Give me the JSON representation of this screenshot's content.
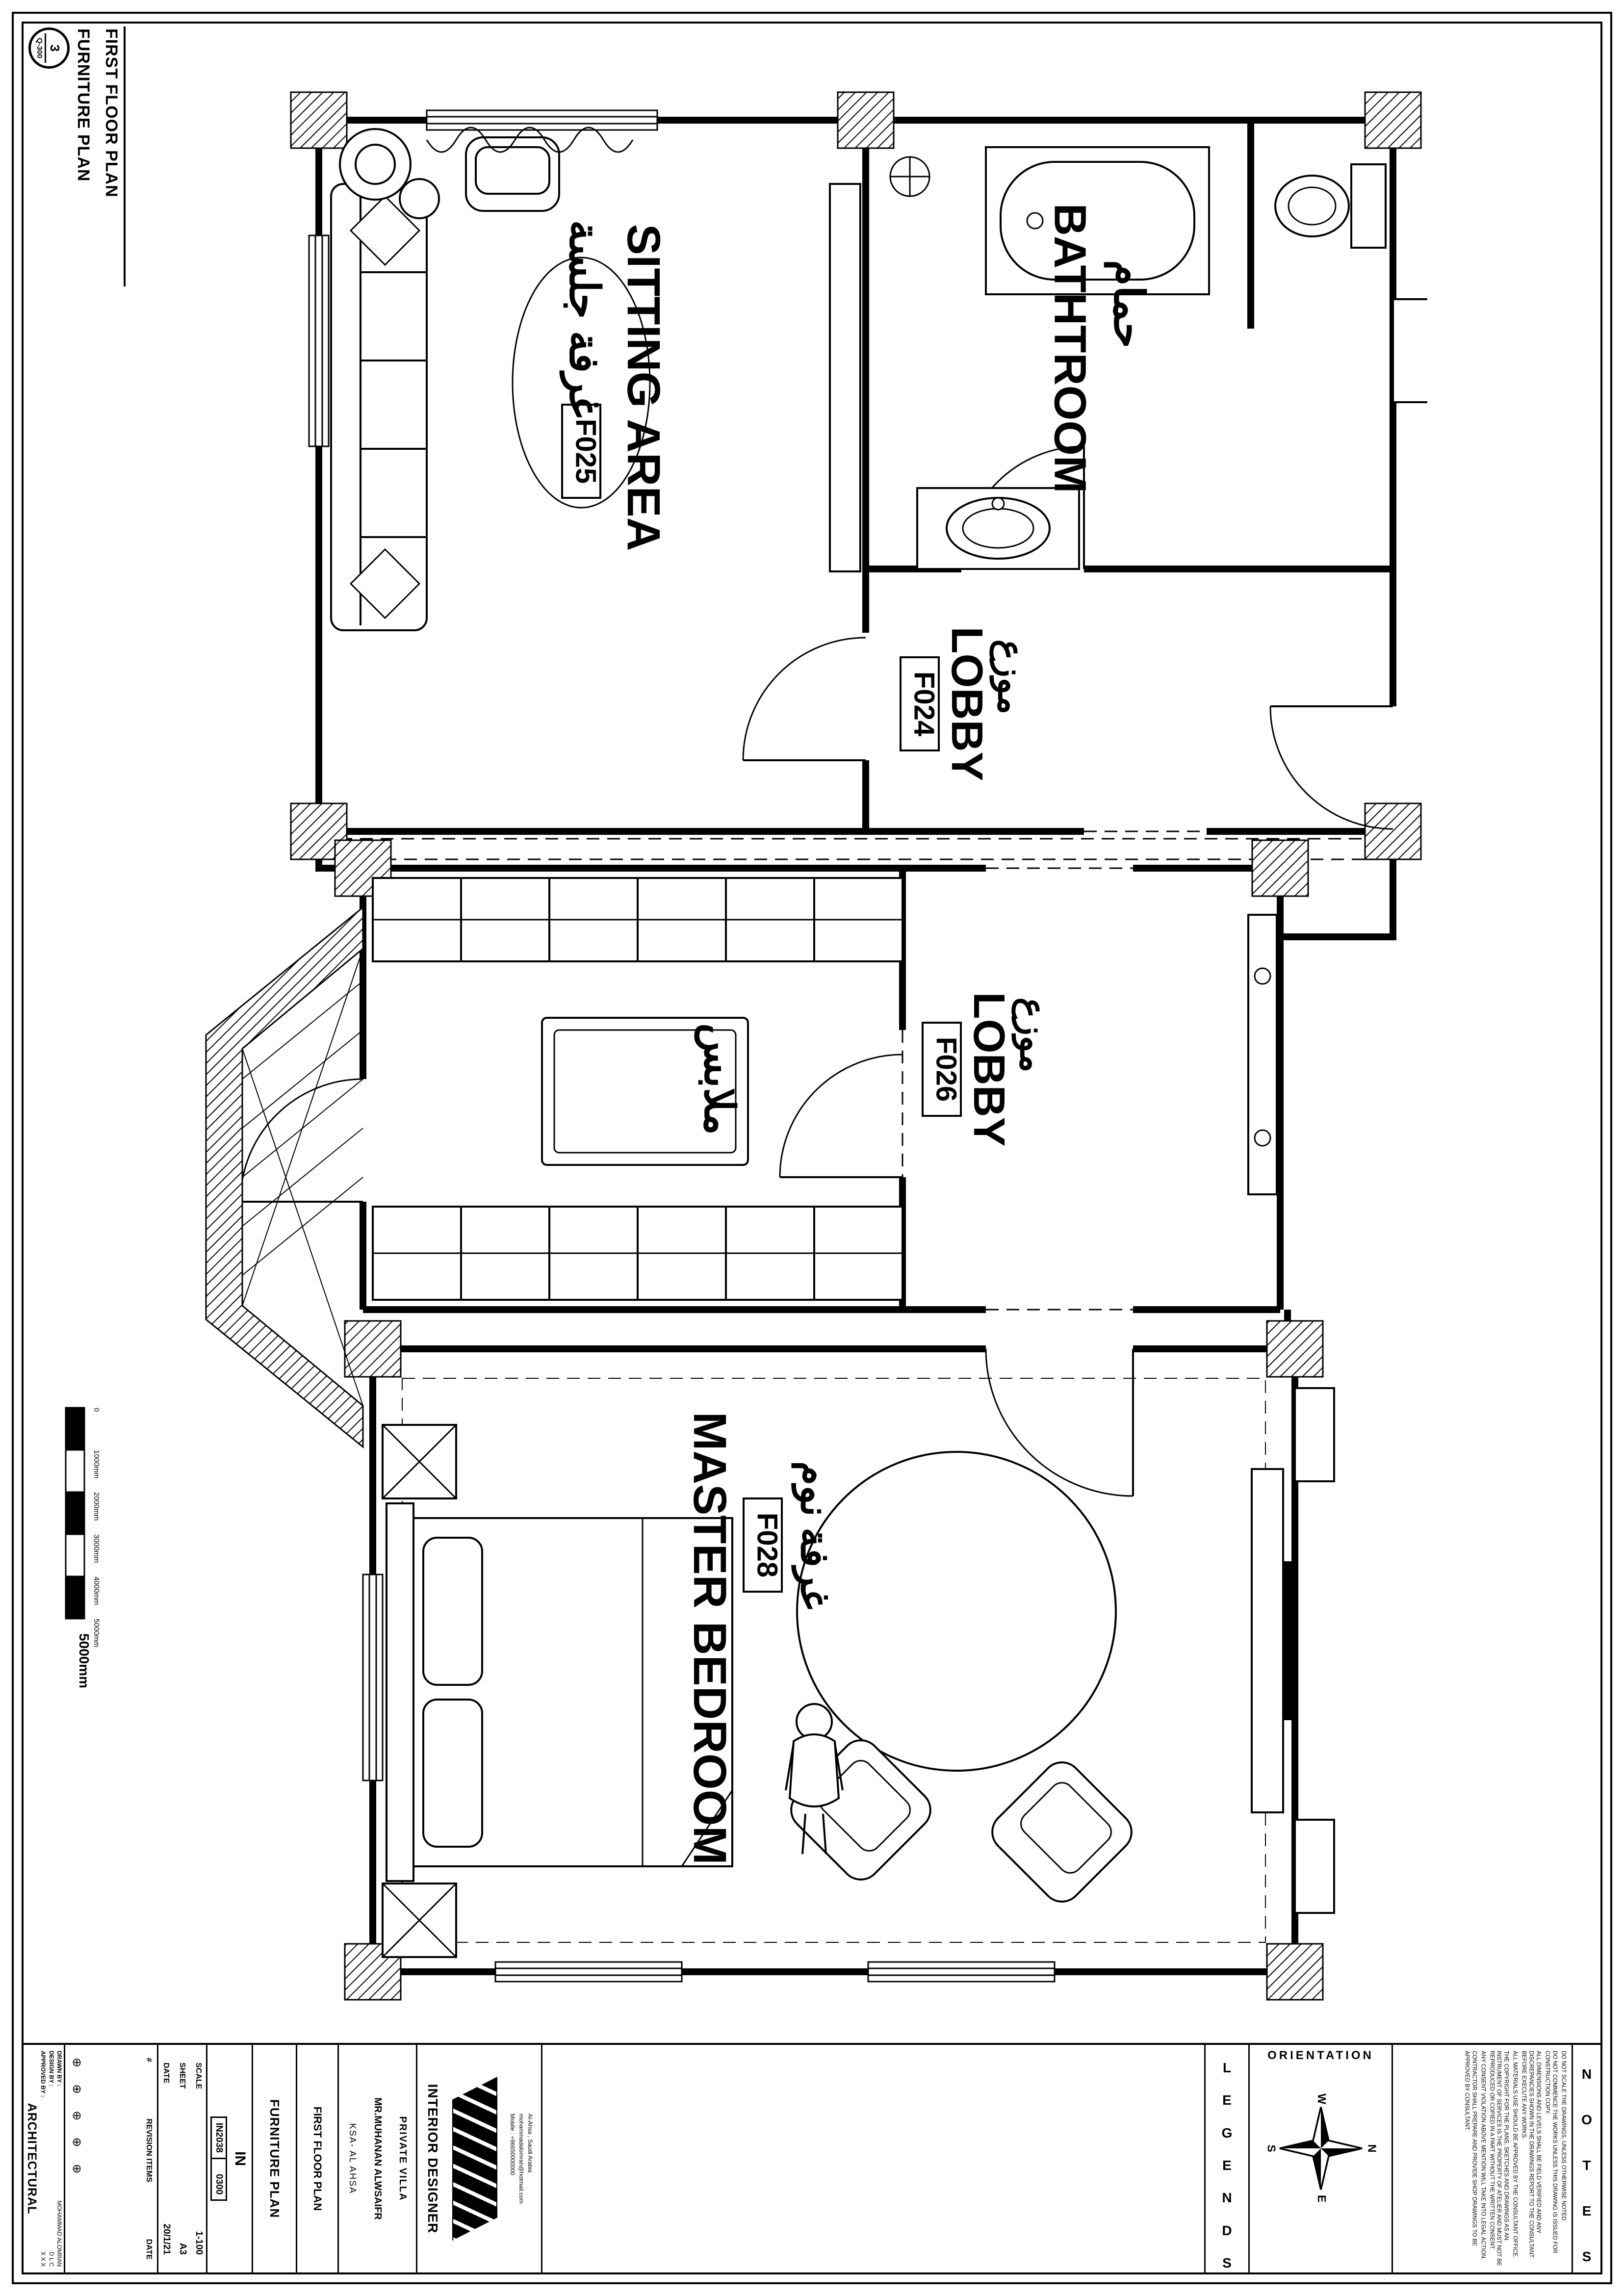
{
  "sheet": {
    "detail_tag": {
      "number": "3",
      "ref": "Q-300"
    },
    "titles": {
      "line1": "FIRST FLOOR PLAN",
      "line2": "FURNITURE PLAN"
    },
    "scale_bar": {
      "zero": "0",
      "ticks": [
        "1000mm",
        "2000mm",
        "3000mm",
        "4000mm",
        "5000mm"
      ],
      "total": "5000mm"
    }
  },
  "plan": {
    "rooms": {
      "sitting": {
        "name_en": "SITTING AREA",
        "name_ar": "غرفة جلسة",
        "code": "F025"
      },
      "bathroom": {
        "name_en": "BATHTROOM",
        "name_ar": "حمام"
      },
      "lobby_f024": {
        "name_en": "LOBBY",
        "name_ar": "موزع",
        "code": "F024"
      },
      "lobby_f026": {
        "name_en": "LOBBY",
        "name_ar": "موزع",
        "code": "F026"
      },
      "closet": {
        "name_ar": "ملابس"
      },
      "master": {
        "name_en": "MASTER BEDROOM",
        "name_ar": "غرفة نوم",
        "code": "F028"
      }
    }
  },
  "title_block": {
    "architectural": {
      "title": "ARCHITECTURAL",
      "drawn_by_label": "DRAWN BY :",
      "drawn_by": "MOHAMMAD ALOMRAN",
      "design_by_label": "DESIGN BY :",
      "design_by": "D L C",
      "approved_by_label": "APPROVED BY :",
      "approved_by": "X X X"
    },
    "revision": {
      "hash": "#",
      "items_label": "REVISION ITEMS",
      "date_label": "DATE",
      "symbols": [
        "⊕",
        "⊕",
        "⊕",
        "⊕",
        "⊕"
      ]
    },
    "meta": {
      "scale_label": "SCALE",
      "scale": "1-100",
      "sheet_label": "SHEET",
      "sheet": "A3",
      "date_label": "DATE",
      "date": "20/1/21"
    },
    "project_no": {
      "label": "IN",
      "number": "IN2038",
      "suffix": "0300"
    },
    "drawing_title": "FURNITURE PLAN",
    "floor_title": "FIRST FLOOR PLAN",
    "project": {
      "type": "PRIVATE VILLA",
      "client": "MR.MUHANAN ALWSAIFR",
      "location": "KSA- AL AHSA"
    },
    "designer": {
      "title": "INTERIOR DESIGNER",
      "contact1": "Al-Ahsa , Saudi Arabia",
      "contact2": "mohammadalomran@hotmail.com",
      "contact3": "Mobile : +96650000000"
    },
    "legends_letters": [
      "L",
      "E",
      "G",
      "E",
      "N",
      "D",
      "S"
    ],
    "orientation": {
      "label": "ORIENTATION",
      "n": "N",
      "e": "E",
      "s": "S",
      "w": "W"
    },
    "notes": {
      "letters": [
        "N",
        "O",
        "T",
        "E",
        "S"
      ],
      "lines": [
        "DO NOT SCALE THE DRAWINGS, UNLESS OTHERWISE NOTED.",
        "DO NOT COMMENCE THE WORKS UNLESS THIS DRAWING IS ISSUED FOR CONSTRUCTION COPY.",
        "ALL DIMENSIONS AND LEVELS SHALL BE FIELD VERIFIED AND ANY DISCREPANCIES SHOWN IN THE DRAWINGS REPORT TO THE CONSULTANT BEFORE EXECUTE ANY WORKS.",
        "ALL MATERIALS USE SHOULD BE APPROVED BY THE CONSULTANT OFFICE.",
        "THE COPYRIGHT FOR THE PLANS, SKETCHES AND DRAWINGS AS AN INSTRUMENT OF SERVICES IS THE PROPERTY OF ATELIER AND MUST NOT BE REPRODUCED OR COPIED IN A PART WITHOUT THE WRITTEN CONSENT.",
        "ANY CONSENT VIOLATION ABOVE MENTION WILL TAKE INTO LEGAL ACTION.",
        "CONTRACTOR SHALL PREPARE AND PROVIDE SHOP DRAWINGS TO BE APPROVED BY CONSULTANT."
      ]
    }
  }
}
